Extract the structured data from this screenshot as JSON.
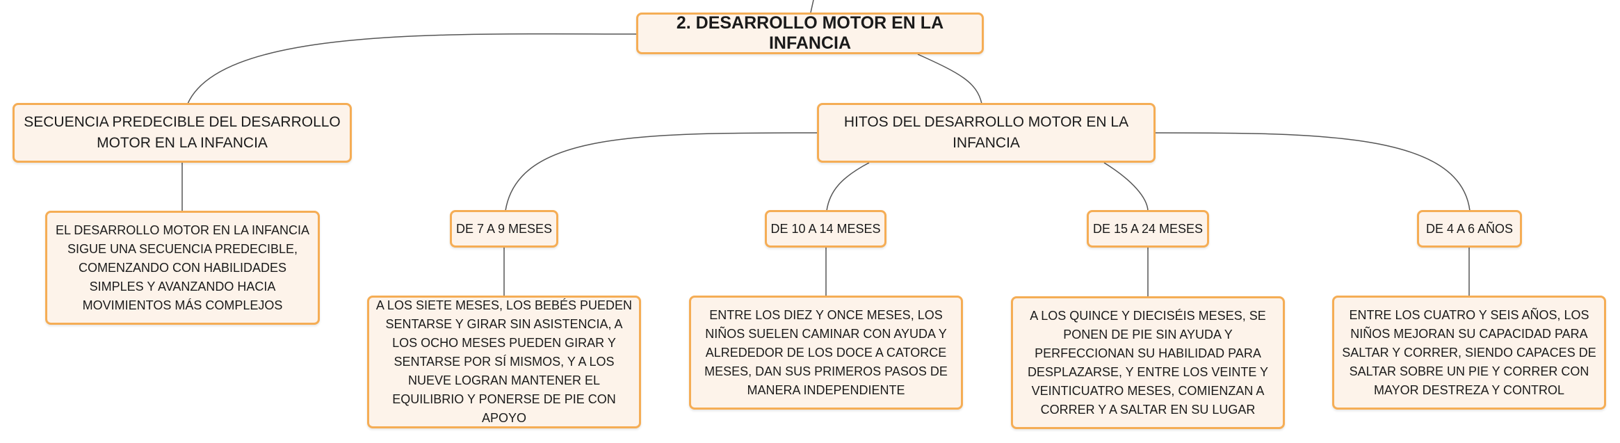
{
  "diagram": {
    "root": {
      "label": "2. DESARROLLO MOTOR EN LA INFANCIA"
    },
    "sequence": {
      "label": "SECUENCIA PREDECIBLE DEL DESARROLLO MOTOR EN LA INFANCIA",
      "detail": "EL DESARROLLO MOTOR EN LA INFANCIA SIGUE UNA SECUENCIA PREDECIBLE, COMENZANDO CON HABILIDADES SIMPLES Y AVANZANDO HACIA MOVIMIENTOS MÁS COMPLEJOS"
    },
    "milestones": {
      "label": "HITOS DEL DESARROLLO MOTOR EN LA INFANCIA",
      "stages": [
        {
          "label": "DE 7 A 9 MESES",
          "detail": "A LOS SIETE MESES, LOS BEBÉS PUEDEN SENTARSE Y GIRAR SIN ASISTENCIA, A LOS OCHO MESES PUEDEN GIRAR Y SENTARSE POR SÍ MISMOS, Y A LOS NUEVE LOGRAN MANTENER EL EQUILIBRIO Y PONERSE DE PIE CON APOYO"
        },
        {
          "label": "DE 10 A 14 MESES",
          "detail": "ENTRE LOS DIEZ Y ONCE MESES, LOS NIÑOS SUELEN CAMINAR CON AYUDA Y ALREDEDOR DE LOS DOCE A CATORCE MESES, DAN SUS PRIMEROS PASOS DE MANERA INDEPENDIENTE"
        },
        {
          "label": "DE 15 A 24 MESES",
          "detail": "A LOS QUINCE Y DIECISÉIS MESES, SE PONEN DE PIE SIN AYUDA Y PERFECCIONAN SU HABILIDAD PARA DESPLAZARSE, Y ENTRE LOS VEINTE Y VEINTICUATRO MESES, COMIENZAN A CORRER Y A SALTAR EN SU LUGAR"
        },
        {
          "label": "DE 4 A 6 AÑOS",
          "detail": "ENTRE LOS CUATRO Y SEIS AÑOS, LOS NIÑOS MEJORAN SU CAPACIDAD PARA SALTAR Y CORRER, SIENDO CAPACES DE SALTAR SOBRE UN PIE Y CORRER CON MAYOR DESTREZA Y CONTROL"
        }
      ]
    }
  }
}
